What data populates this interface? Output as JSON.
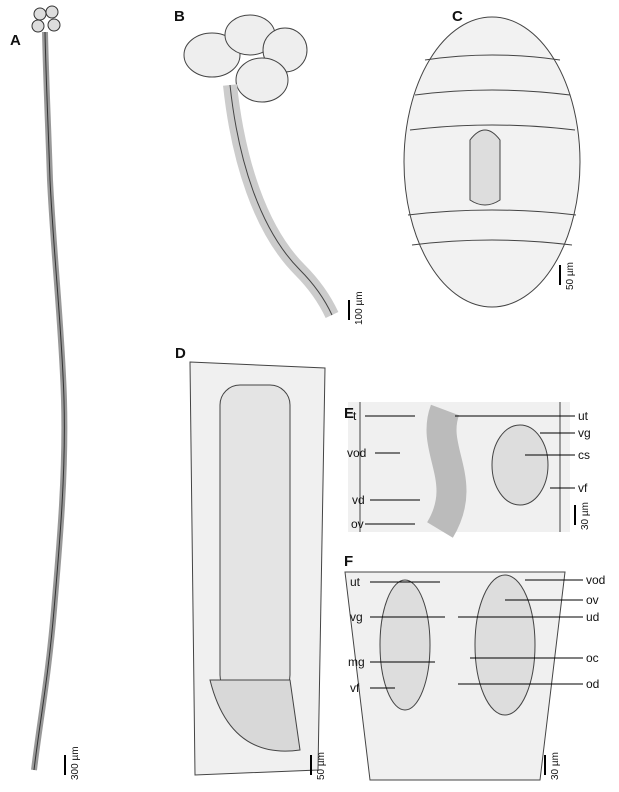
{
  "panels": {
    "A": {
      "letter": "A",
      "scale": "300 µm"
    },
    "B": {
      "letter": "B",
      "scale": "100 µm"
    },
    "C": {
      "letter": "C",
      "scale": "50 µm"
    },
    "D": {
      "letter": "D",
      "scale": "50 µm"
    },
    "E": {
      "letter": "E",
      "scale": "30 µm",
      "labels_left": [
        "t",
        "vod",
        "vd",
        "ov"
      ],
      "labels_right": [
        "ut",
        "vg",
        "cs",
        "vf"
      ]
    },
    "F": {
      "letter": "F",
      "scale": "30 µm",
      "labels_left": [
        "ut",
        "vg",
        "mg",
        "vf"
      ],
      "labels_right": [
        "vod",
        "ov",
        "ud",
        "oc",
        "od"
      ]
    }
  },
  "colors": {
    "ink": "#222222",
    "fill": "#e6e6e6",
    "gland": "#666666"
  }
}
